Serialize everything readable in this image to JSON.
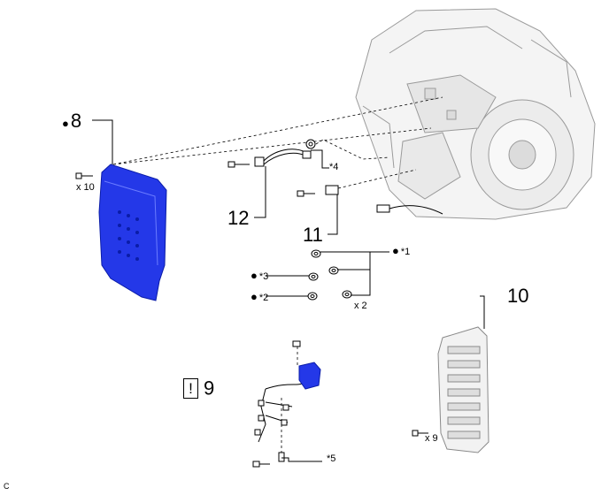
{
  "parts": {
    "oil_pan": {
      "num": "8",
      "bolt_qty": "x 10"
    },
    "valve_body": {
      "num": "10",
      "bolt_qty": "x 9"
    },
    "harness": {
      "num": "9"
    },
    "sensor_11": {
      "num": "11"
    },
    "sensor_12": {
      "num": "12"
    },
    "gaskets": {
      "qty": "x 2"
    }
  },
  "notes": {
    "n1": "*1",
    "n2": "*2",
    "n3": "*3",
    "n4": "*4",
    "n5": "*5"
  },
  "symbols": {
    "bullet": "●",
    "warning": "!"
  },
  "corner_code": "C",
  "colors": {
    "highlight": "#2438e8",
    "line": "#000000"
  }
}
